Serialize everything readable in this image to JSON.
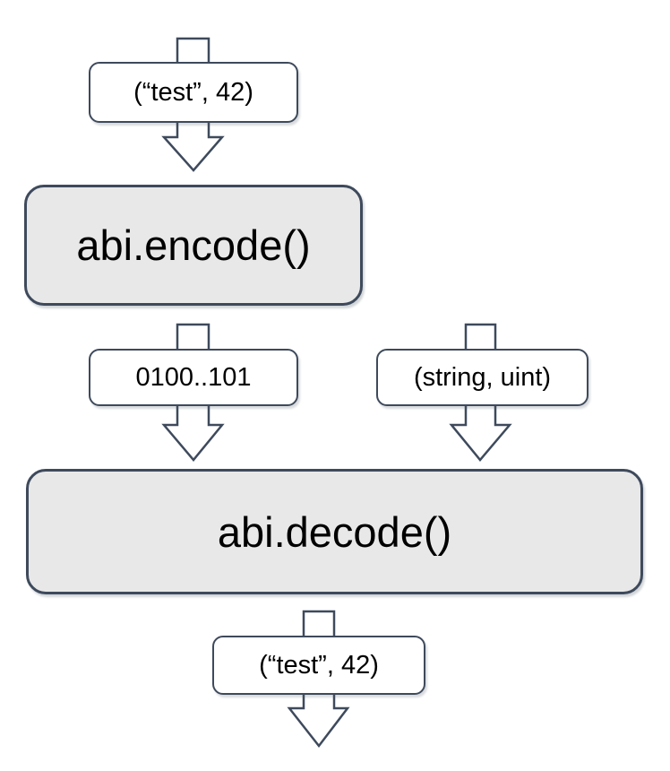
{
  "diagram": {
    "nodes": {
      "encode": {
        "label": "abi.encode()"
      },
      "decode": {
        "label": "abi.decode()"
      }
    },
    "value_labels": {
      "input": "(“test”, 42)",
      "encoded_bytes": "0100..101",
      "decode_types": "(string, uint)",
      "output": "(“test”, 42)"
    },
    "arrows": [
      {
        "name": "input-into-encode",
        "direction": "down"
      },
      {
        "name": "encoded-bytes-into-decode",
        "direction": "down"
      },
      {
        "name": "types-into-decode",
        "direction": "down"
      },
      {
        "name": "decode-output",
        "direction": "down"
      }
    ],
    "colors": {
      "border": "#3e4a5c",
      "process_fill": "#e8e8e8",
      "label_fill": "#ffffff",
      "background": "#ffffff",
      "text": "#000000"
    }
  }
}
